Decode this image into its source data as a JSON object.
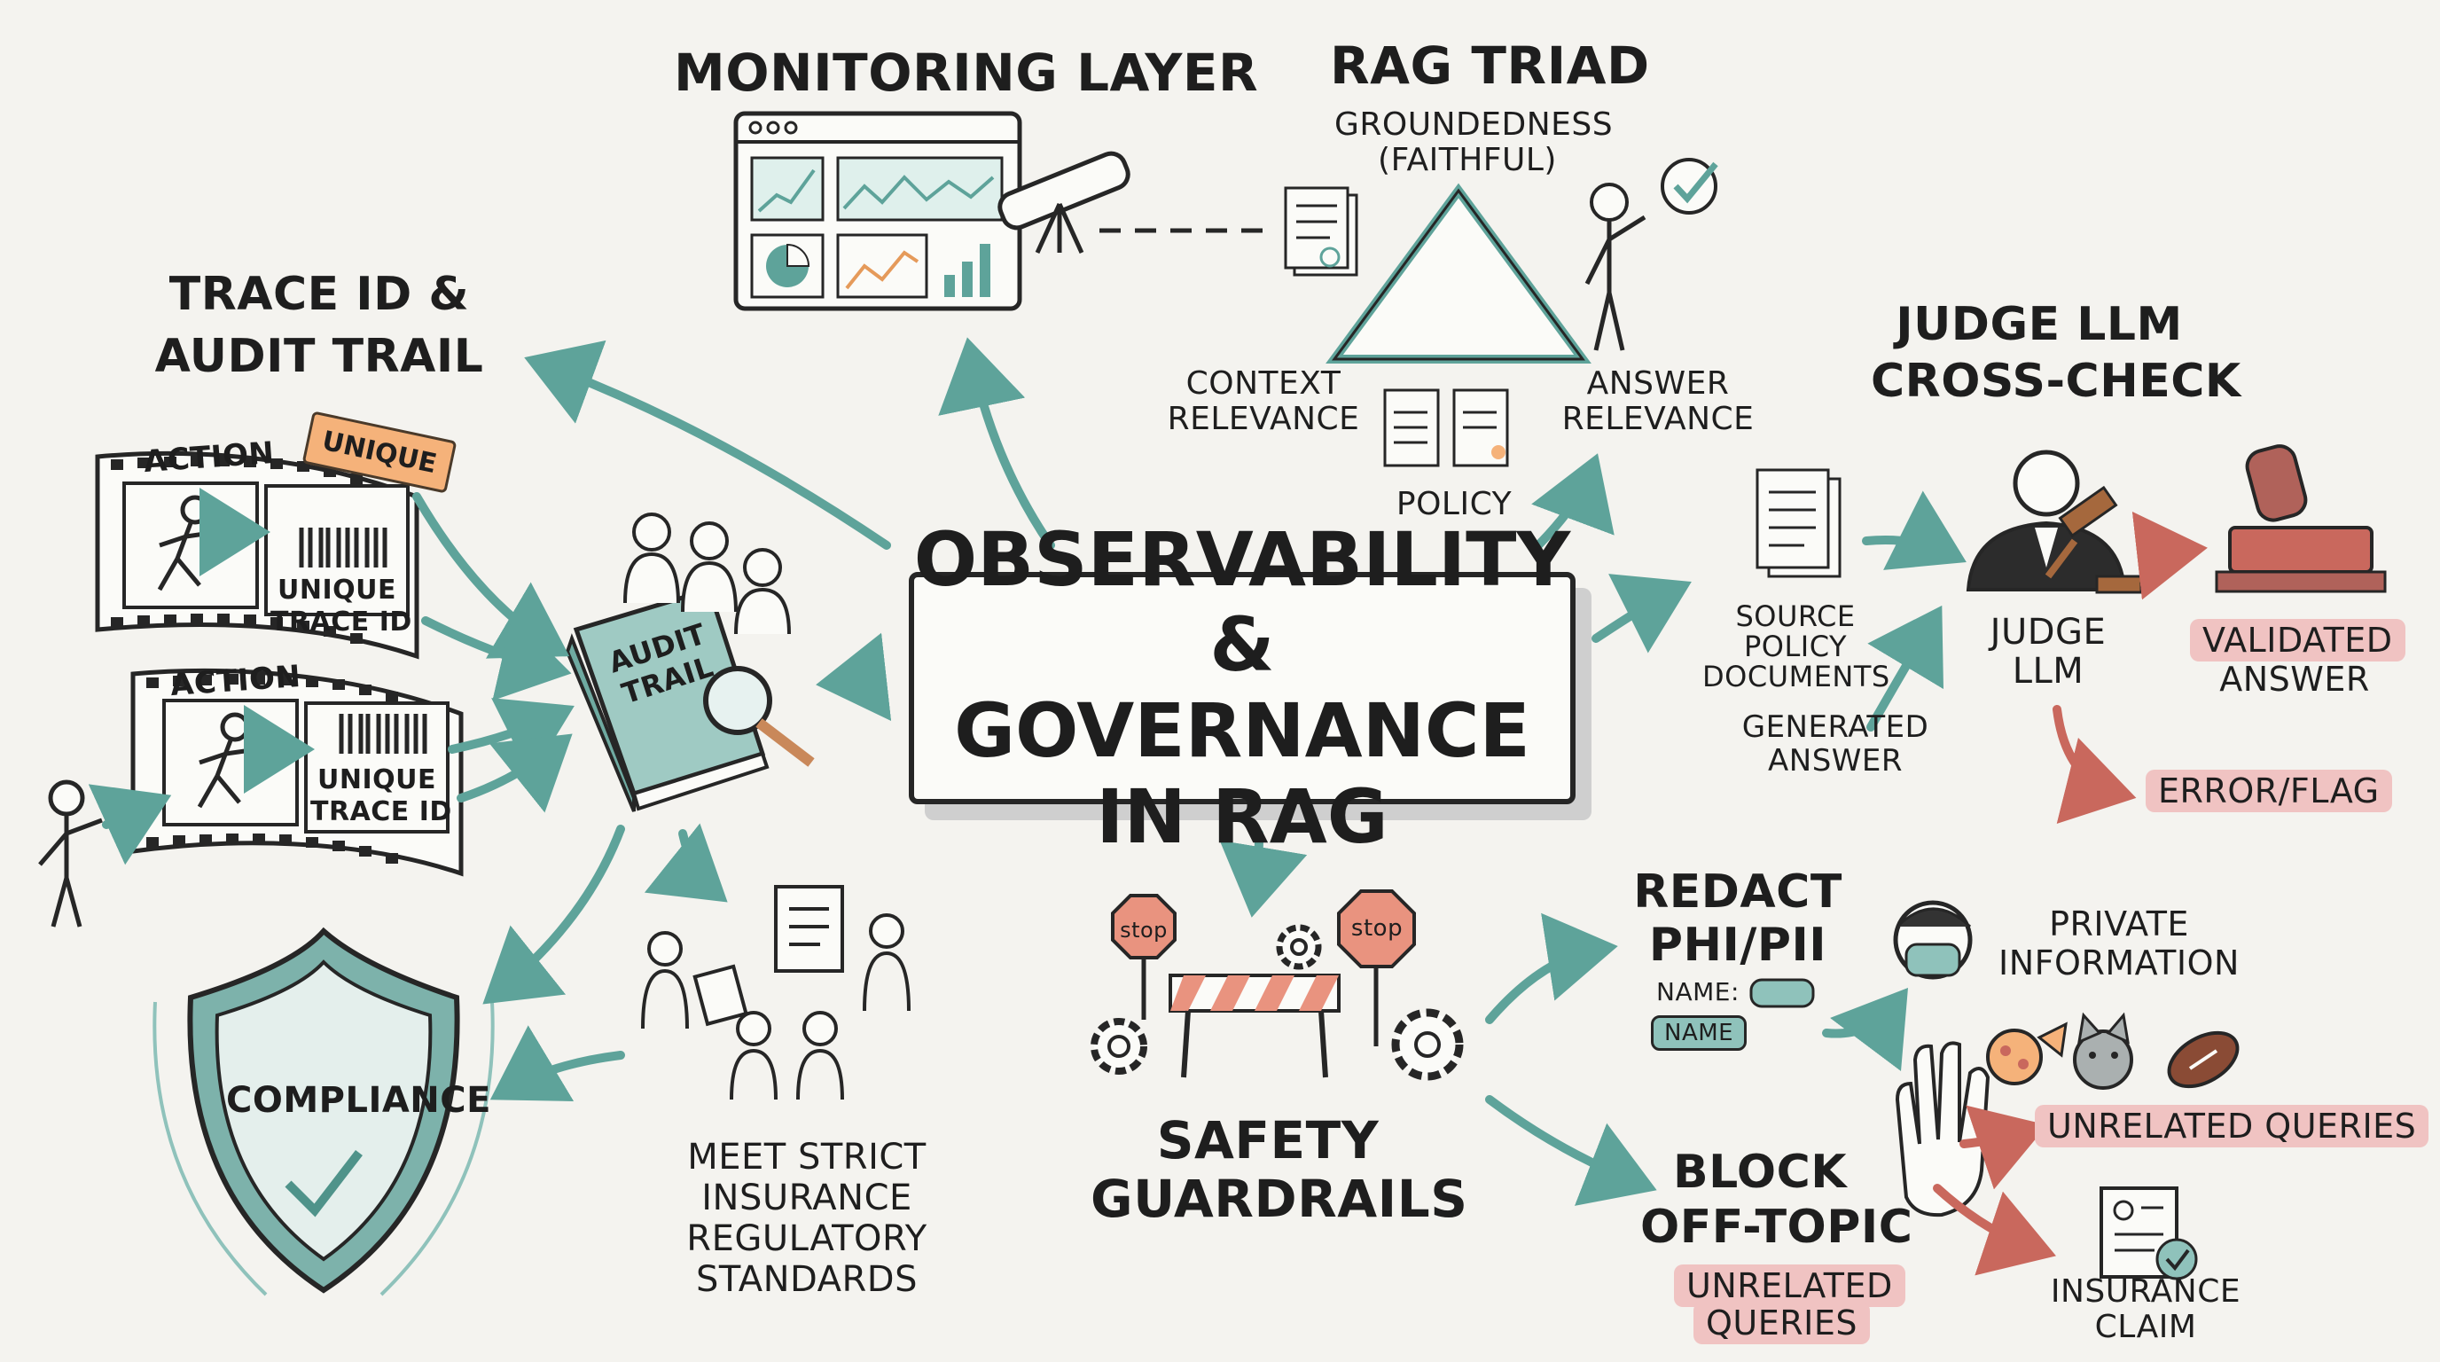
{
  "center": {
    "line1": "OBSERVABILITY &",
    "line2": "GOVERNANCE IN RAG"
  },
  "monitoring": {
    "title": "MONITORING LAYER"
  },
  "rag_triad": {
    "title": "RAG TRIAD",
    "groundedness": "GROUNDEDNESS",
    "faithful": "(FAITHFUL)",
    "context1": "CONTEXT",
    "context2": "RELEVANCE",
    "answer1": "ANSWER",
    "answer2": "RELEVANCE",
    "policy": "POLICY"
  },
  "trace": {
    "title1": "TRACE ID &",
    "title2": "AUDIT TRAIL",
    "action1": "ACTION",
    "action2": "ACTION",
    "unique_tag": "UNIQUE",
    "unique1a": "UNIQUE",
    "unique1b": "TRACE ID",
    "unique2a": "UNIQUE",
    "unique2b": "TRACE ID",
    "book1": "AUDIT",
    "book2": "TRAIL"
  },
  "compliance": {
    "label": "COMPLIANCE",
    "meet1": "MEET STRICT",
    "meet2": "INSURANCE",
    "meet3": "REGULATORY",
    "meet4": "STANDARDS"
  },
  "judge": {
    "title1": "JUDGE LLM",
    "title2": "CROSS-CHECK",
    "source1": "SOURCE",
    "source2": "POLICY",
    "source3": "DOCUMENTS",
    "generated1": "GENERATED",
    "generated2": "ANSWER",
    "judge1": "JUDGE",
    "judge2": "LLM",
    "validated1": "VALIDATED",
    "validated2": "ANSWER",
    "error": "ERROR/FLAG"
  },
  "guardrails": {
    "title1": "SAFETY",
    "title2": "GUARDRAILS",
    "stop1": "stop",
    "stop2": "stop",
    "redact1": "REDACT",
    "redact2": "PHI/PII",
    "name_label": "NAME:",
    "name_tag": "NAME",
    "private1": "PRIVATE",
    "private2": "INFORMATION",
    "unrelated_right": "UNRELATED QUERIES",
    "block1": "BLOCK",
    "block2": "OFF-TOPIC",
    "unrelated1": "UNRELATED",
    "unrelated2": "QUERIES",
    "claim1": "INSURANCE",
    "claim2": "CLAIM"
  },
  "colors": {
    "teal": "#5ea39a",
    "red": "#c9685d",
    "orange": "#f5b27a",
    "ink": "#262626",
    "pink": "#f0c3c2"
  }
}
